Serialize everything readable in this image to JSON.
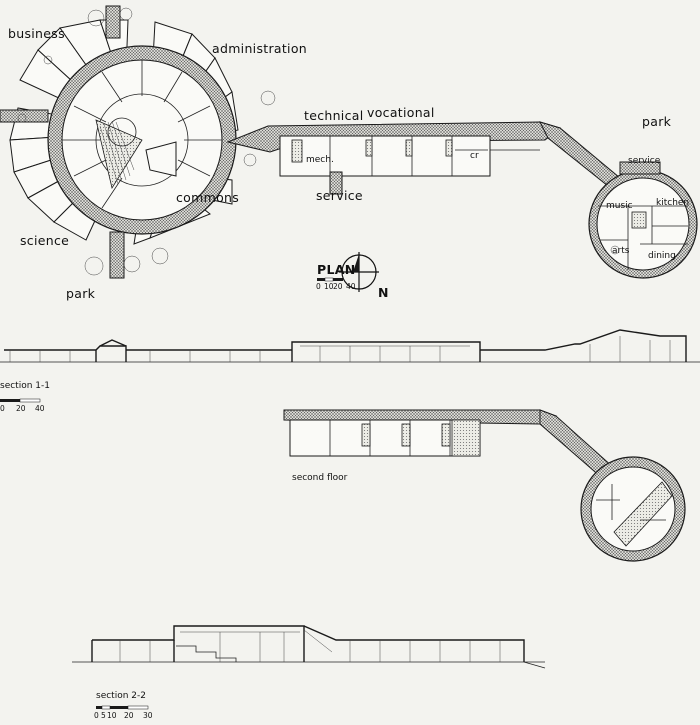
{
  "plan": {
    "title": "PLAN",
    "scale_ticks": [
      "0",
      "10",
      "20",
      "40"
    ],
    "north": "N",
    "labels": {
      "business": "business",
      "administration": "administration",
      "technical": "technical",
      "vocational": "vocational",
      "park_east": "park",
      "service_top": "service",
      "mech": "mech.",
      "service_mid": "service",
      "commons": "commons",
      "science": "science",
      "park_west": "park",
      "cr": "cr",
      "music": "music",
      "kitchen": "kitchen",
      "arts": "arts",
      "dining": "dining"
    }
  },
  "section_1": {
    "title": "section 1-1",
    "scale_ticks": [
      "0",
      "20",
      "40"
    ]
  },
  "second_floor": {
    "title": "second floor"
  },
  "section_2": {
    "title": "section 2-2",
    "scale_ticks": [
      "0",
      "5",
      "10",
      "20",
      "30"
    ]
  }
}
